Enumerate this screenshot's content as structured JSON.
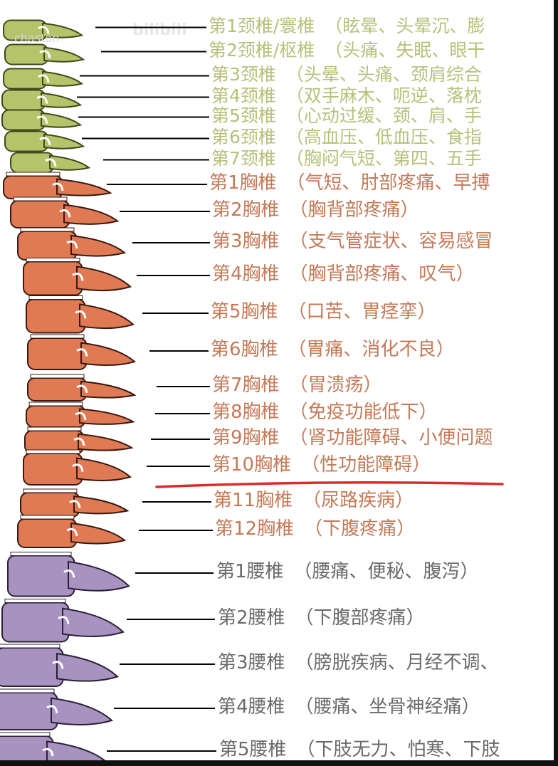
{
  "watermark": {
    "user": "chastan",
    "site": "bilibili"
  },
  "colors": {
    "cervical_fill": "#b5c46a",
    "cervical_stroke": "#3e4a1a",
    "thoracic_fill": "#e07a55",
    "thoracic_stroke": "#3a1a10",
    "lumbar_fill": "#a892c0",
    "lumbar_stroke": "#2a2038",
    "disc": "#ffffff",
    "cervical_text": "#b8c07a",
    "thoracic_text": "#c47a58",
    "lumbar_text": "#6a6a6a",
    "leader_line": "#000000",
    "highlight_underline": "#d62d2d"
  },
  "highlight_index": 9,
  "vertebrae": [
    {
      "name": "第1颈椎/寰椎",
      "desc": "（眩晕、头晕沉、膨",
      "group": "cervical"
    },
    {
      "name": "第2颈椎/枢椎",
      "desc": "（头痛、失眠、眼干",
      "group": "cervical"
    },
    {
      "name": "第3颈椎",
      "desc": "（头晕、头痛、颈肩综合",
      "group": "cervical"
    },
    {
      "name": "第4颈椎",
      "desc": "（双手麻木、呃逆、落枕",
      "group": "cervical"
    },
    {
      "name": "第5颈椎",
      "desc": "（心动过缓、颈、肩、手",
      "group": "cervical"
    },
    {
      "name": "第6颈椎",
      "desc": "（高血压、低血压、食指",
      "group": "cervical"
    },
    {
      "name": "第7颈椎",
      "desc": "（胸闷气短、第四、五手",
      "group": "cervical"
    },
    {
      "name": "第1胸椎",
      "desc": "（气短、肘部疼痛、早搏",
      "group": "thoracic"
    },
    {
      "name": "第2胸椎",
      "desc": "（胸背部疼痛）",
      "group": "thoracic"
    },
    {
      "name": "第3胸椎",
      "desc": "（支气管症状、容易感冒",
      "group": "thoracic"
    },
    {
      "name": "第4胸椎",
      "desc": "（胸背部疼痛、叹气）",
      "group": "thoracic"
    },
    {
      "name": "第5胸椎",
      "desc": "（口苦、胃痉挛）",
      "group": "thoracic"
    },
    {
      "name": "第6胸椎",
      "desc": "（胃痛、消化不良）",
      "group": "thoracic"
    },
    {
      "name": "第7胸椎",
      "desc": "（胃溃疡）",
      "group": "thoracic"
    },
    {
      "name": "第8胸椎",
      "desc": "（免疫功能低下）",
      "group": "thoracic"
    },
    {
      "name": "第9胸椎",
      "desc": "（肾功能障碍、小便问题",
      "group": "thoracic"
    },
    {
      "name": "第10胸椎",
      "desc": "（性功能障碍）",
      "group": "thoracic"
    },
    {
      "name": "第11胸椎",
      "desc": "（尿路疾病）",
      "group": "thoracic"
    },
    {
      "name": "第12胸椎",
      "desc": "（下腹疼痛）",
      "group": "thoracic"
    },
    {
      "name": "第1腰椎",
      "desc": "（腰痛、便秘、腹泻）",
      "group": "lumbar"
    },
    {
      "name": "第2腰椎",
      "desc": "（下腹部疼痛）",
      "group": "lumbar"
    },
    {
      "name": "第3腰椎",
      "desc": "（膀胱疾病、月经不调、",
      "group": "lumbar"
    },
    {
      "name": "第4腰椎",
      "desc": "（腰痛、坐骨神经痛）",
      "group": "lumbar"
    },
    {
      "name": "第5腰椎",
      "desc": "（下肢无力、怕寒、下肢",
      "group": "lumbar"
    }
  ]
}
